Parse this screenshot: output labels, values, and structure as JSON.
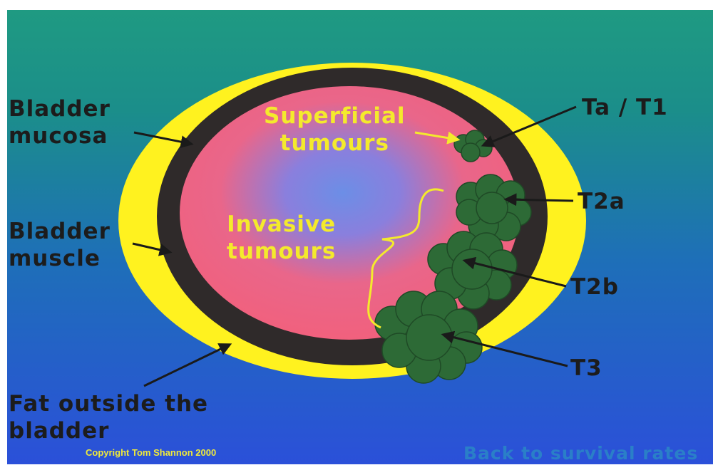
{
  "labels": {
    "mucosa": "Bladder\nmucosa",
    "muscle": "Bladder\nmuscle",
    "fat": "Fat outside the\nbladder",
    "superficial": "Superficial\ntumours",
    "invasive": "Invasive\ntumours",
    "ta_t1": "Ta / T1",
    "t2a": "T2a",
    "t2b": "T2b",
    "t3": "T3"
  },
  "footer": {
    "copyright": "Copyright Tom Shannon 2000",
    "back_link": "Back to survival rates"
  },
  "colors": {
    "fat_layer": "#fff21f",
    "muscle_layer": "#2f2a2a",
    "mucosa_outer": "#f0607f",
    "mucosa_center": "#6c8ee6",
    "tumour": "#2d6a36",
    "label_dark": "#1c1c1c",
    "label_yellow": "#f4ea2c"
  }
}
